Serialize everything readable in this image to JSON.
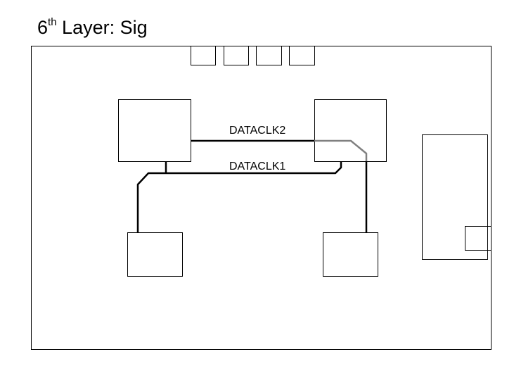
{
  "title": {
    "layer_number": "6",
    "superscript": "th",
    "rest": " Layer: Sig"
  },
  "nets": [
    {
      "id": "dataclk2",
      "label": "DATACLK2"
    },
    {
      "id": "dataclk1",
      "label": "DATACLK1"
    }
  ],
  "colors": {
    "trace": "#000000",
    "trace_alt": "#808080",
    "outline": "#000000",
    "background": "#ffffff"
  }
}
